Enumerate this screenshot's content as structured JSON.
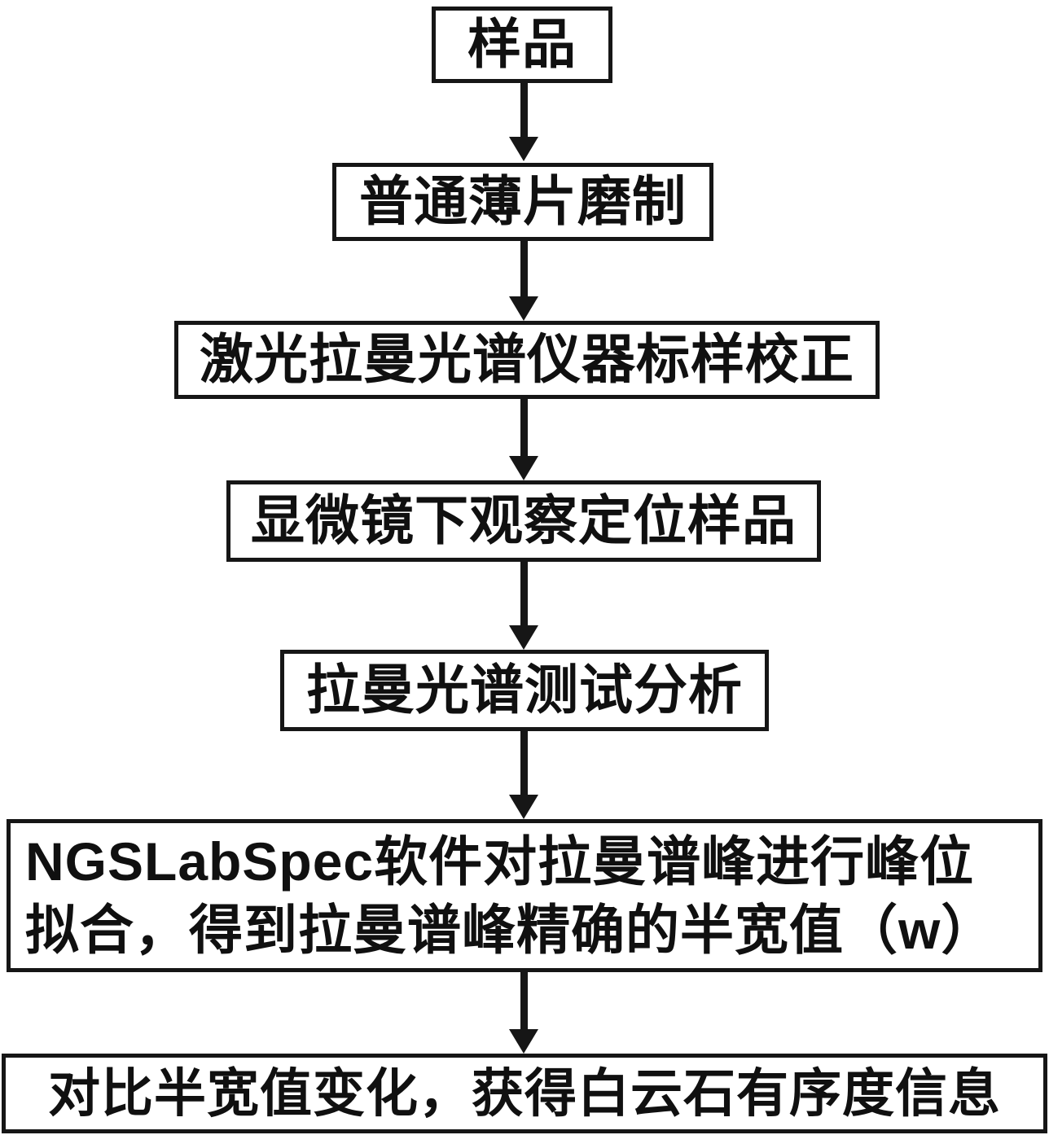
{
  "diagram": {
    "type": "flowchart",
    "direction": "top-down",
    "colors": {
      "border": "#161616",
      "background": "#ffffff",
      "text": "#101010"
    },
    "nodes": [
      {
        "id": "sample",
        "label": "样品"
      },
      {
        "id": "thin-section-grinding",
        "label": "普通薄片磨制"
      },
      {
        "id": "raman-instrument-calibration",
        "label": "激光拉曼光谱仪器标样校正"
      },
      {
        "id": "microscope-locate-sample",
        "label": "显微镜下观察定位样品"
      },
      {
        "id": "raman-test-analysis",
        "label": "拉曼光谱测试分析"
      },
      {
        "id": "peak-fitting",
        "label": "NGSLabSpec软件对拉曼谱峰进行峰位拟合，得到拉曼谱峰精确的半宽值（w）",
        "lines": [
          "NGSLabSpec软件对拉曼谱峰进行峰位",
          "拟合，得到拉曼谱峰精确的半宽值（w）"
        ]
      },
      {
        "id": "compare-halfwidth",
        "label": "对比半宽值变化，获得白云石有序度信息"
      }
    ],
    "edges": [
      {
        "from": "sample",
        "to": "thin-section-grinding"
      },
      {
        "from": "thin-section-grinding",
        "to": "raman-instrument-calibration"
      },
      {
        "from": "raman-instrument-calibration",
        "to": "microscope-locate-sample"
      },
      {
        "from": "microscope-locate-sample",
        "to": "raman-test-analysis"
      },
      {
        "from": "raman-test-analysis",
        "to": "peak-fitting"
      },
      {
        "from": "peak-fitting",
        "to": "compare-halfwidth"
      }
    ]
  }
}
